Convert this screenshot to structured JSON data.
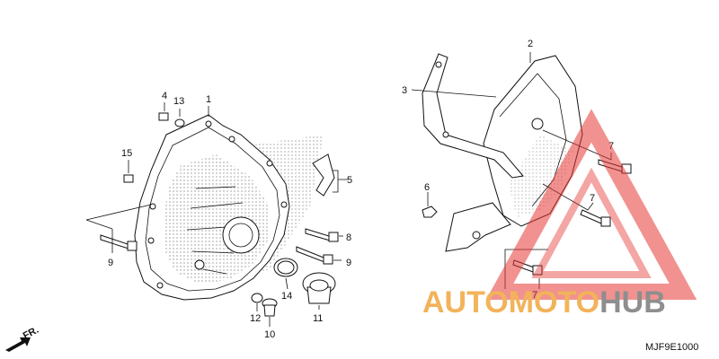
{
  "diagram": {
    "code": "MJF9E1000",
    "arrow_label": "FR.",
    "watermark": {
      "word1": "AUTO",
      "word2": "MOTO",
      "word3": "HUB",
      "color_triangle": "#e53935",
      "color_auto": "#f2b35a",
      "color_hub": "#8e8e8e"
    },
    "callouts": {
      "c1": "1",
      "c2": "2",
      "c3": "3",
      "c4": "4",
      "c5": "5",
      "c6": "6",
      "c7a": "7",
      "c7b": "7",
      "c7c": "7",
      "c8": "8",
      "c9a": "9",
      "c9b": "9",
      "c10": "10",
      "c11": "11",
      "c12": "12",
      "c13": "13",
      "c14": "14",
      "c15": "15"
    }
  }
}
